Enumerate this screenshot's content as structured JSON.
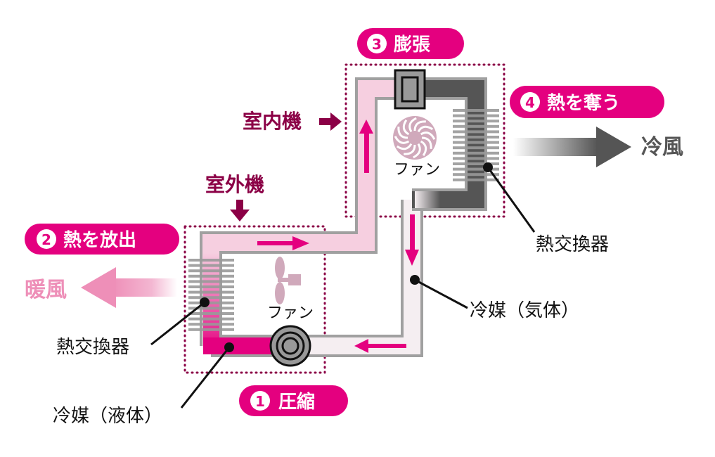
{
  "labels": {
    "step1": "1",
    "step1_text": "圧縮",
    "step2": "2",
    "step2_text": "熱を放出",
    "step3": "3",
    "step3_text": "膨張",
    "step4": "4",
    "step4_text": "熱を奪う",
    "indoor_unit": "室内機",
    "outdoor_unit": "室外機",
    "cool_air": "冷風",
    "warm_air": "暖風",
    "fan_outdoor": "ファン",
    "fan_indoor": "ファン",
    "heat_exchanger_right": "熱交換器",
    "heat_exchanger_left": "熱交換器",
    "refrigerant_gas": "冷媒（気体）",
    "refrigerant_liquid": "冷媒（液体）"
  },
  "colors": {
    "accent": "#e4007f",
    "dark_label": "#8b0046",
    "pipe_border": "#a0a0a0",
    "hot_pipe": "#f4c3da",
    "cold_pipe": "#555555",
    "warm_air": "#f09ac0",
    "cool_air": "#555555"
  }
}
